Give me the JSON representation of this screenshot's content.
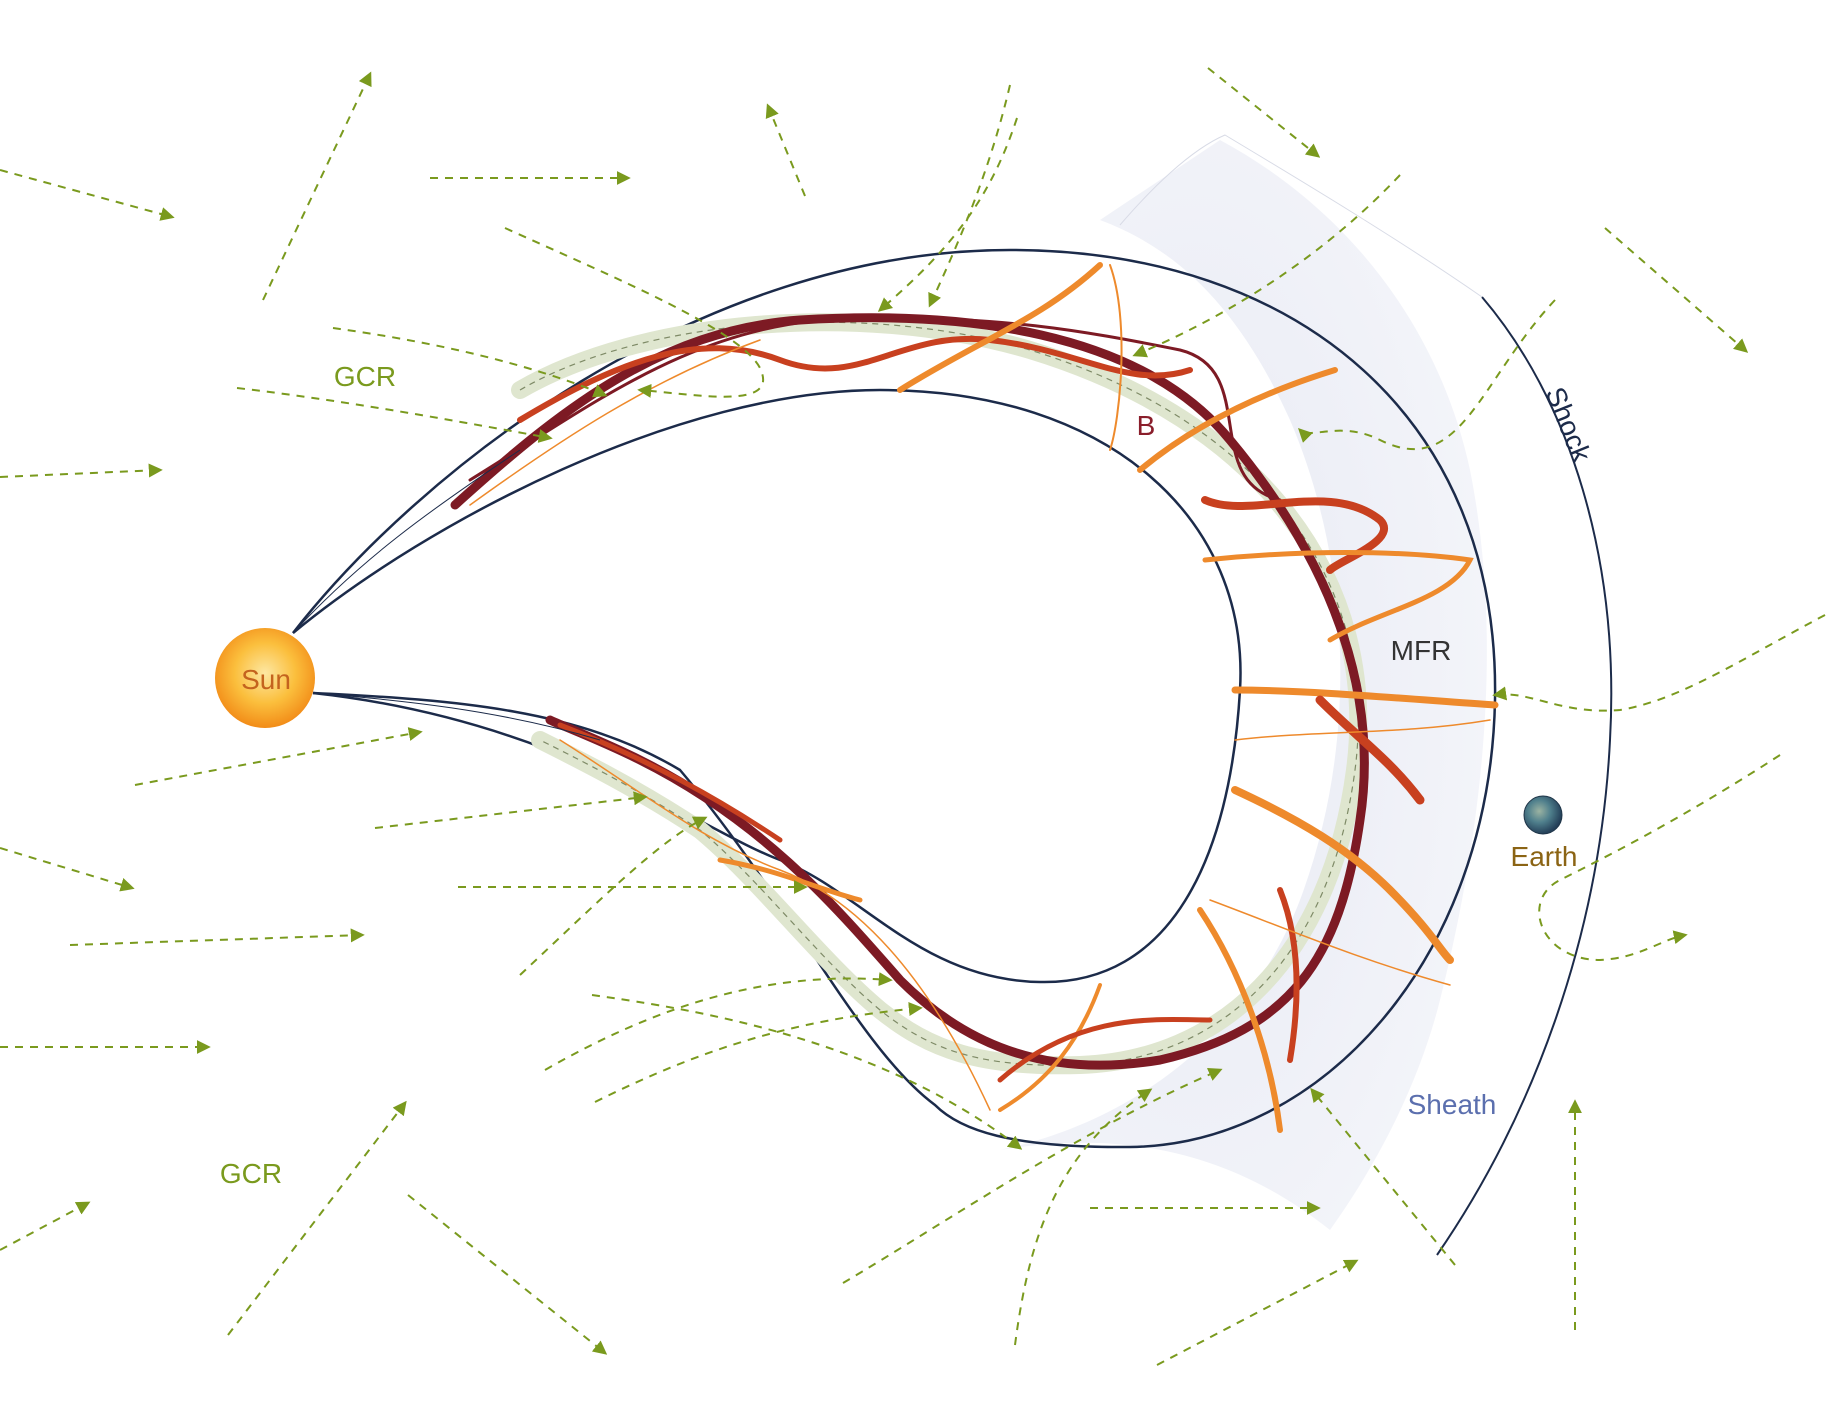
{
  "labels": {
    "sun": "Sun",
    "earth": "Earth",
    "sheath": "Sheath",
    "shock": "Shock",
    "mfr": "MFR",
    "b": "B",
    "gcr_top": "GCR",
    "gcr_bottom": "GCR"
  },
  "colors": {
    "gcr": "#7a9a1e",
    "outline": "#1c2b4a",
    "sheath_fill": "#e9ebf4",
    "ribbon_dark": "#7d1a24",
    "ribbon_mid": "#c8401f",
    "ribbon_orange": "#ee8a2c",
    "axis_band": "#dfe6cf",
    "sun_core": "#fbbf3d",
    "sun_edge": "#f49a1e",
    "earth": "#3f6e86",
    "b_label": "#8a1e2b",
    "earth_label": "#8b6414",
    "sheath_label": "#5b6fae",
    "mfr_label": "#333333",
    "shock_label": "#1c2b4a"
  },
  "icons": [
    "sun-icon",
    "earth-icon"
  ]
}
